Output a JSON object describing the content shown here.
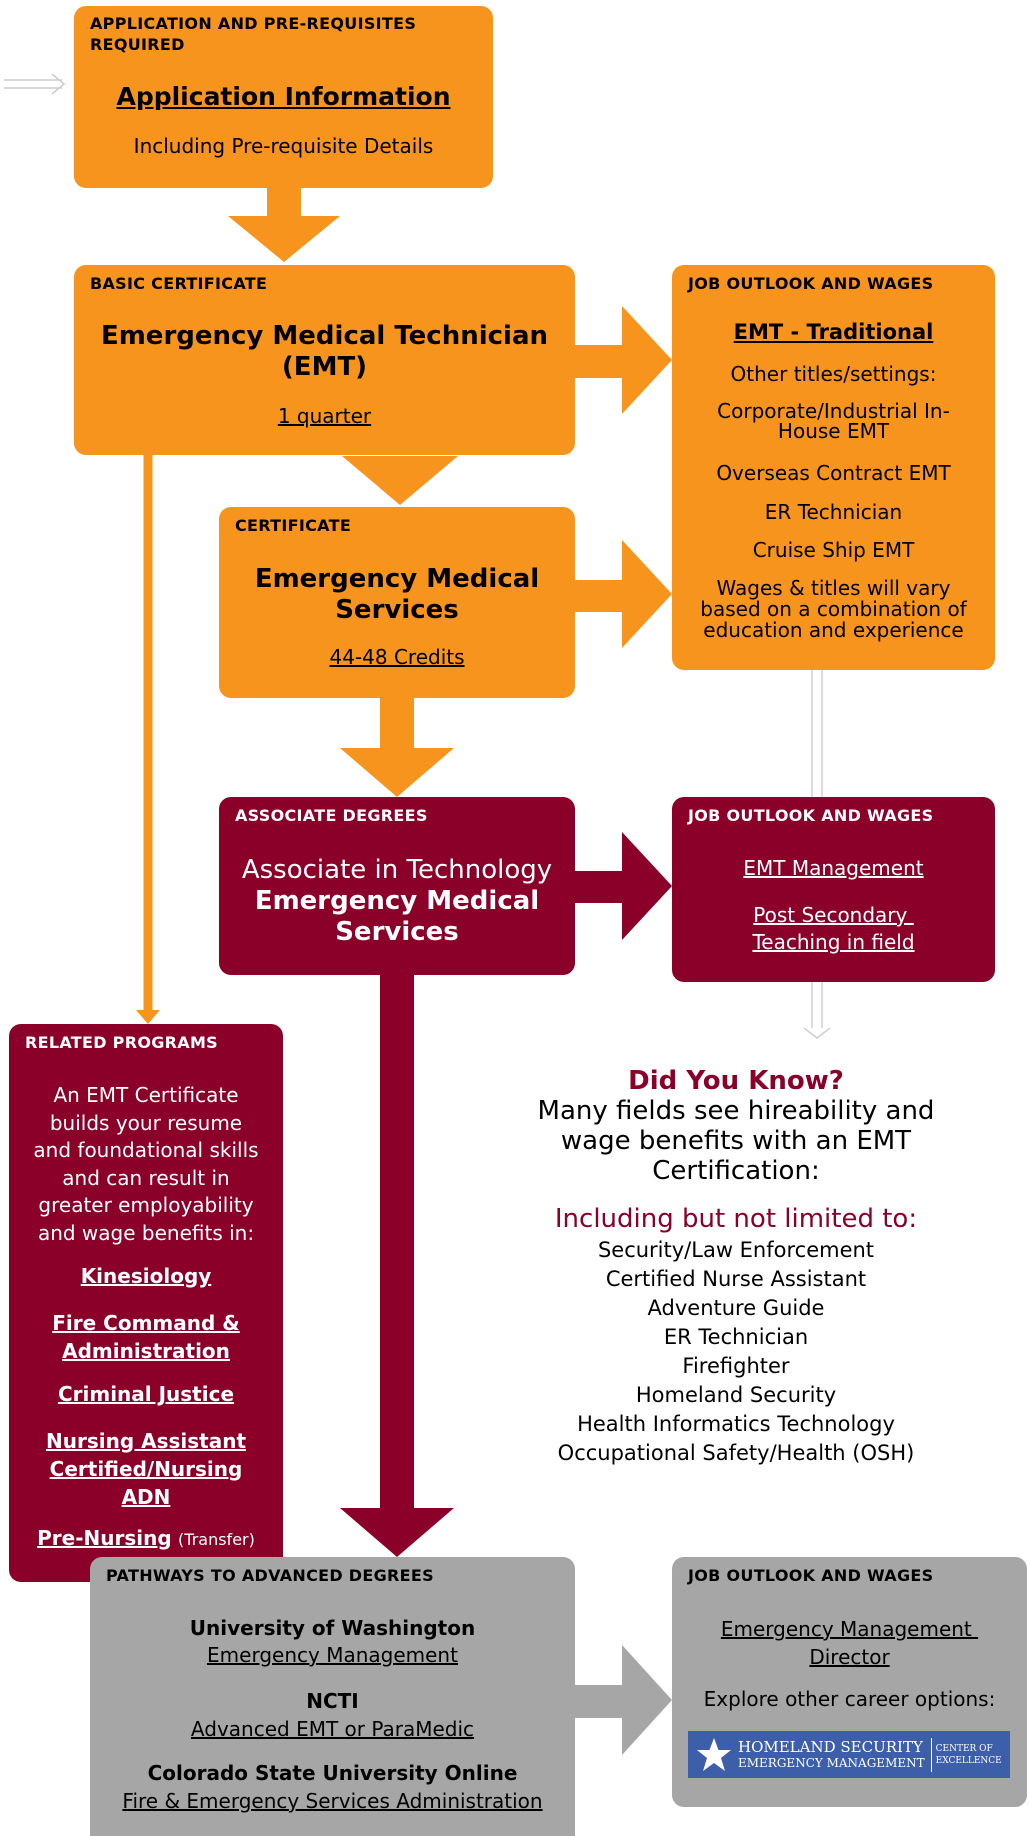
{
  "app_box": {
    "header": "APPLICATION AND PRE-REQUISITES REQUIRED",
    "title": "Application Information",
    "subtitle": "Including Pre-requisite Details"
  },
  "basic_cert": {
    "header": "BASIC CERTIFICATE",
    "title_line1": "Emergency Medical Technician",
    "title_line2": "(EMT)",
    "duration": "1 quarter"
  },
  "certificate": {
    "header": "CERTIFICATE",
    "title_line1": "Emergency Medical",
    "title_line2": "Services",
    "credits": "44-48 Credits"
  },
  "job_outlook_1": {
    "header": "JOB OUTLOOK AND WAGES",
    "main_title": "EMT - Traditional",
    "other_label": "Other titles/settings:",
    "titles": [
      "Corporate/Industrial In-",
      "House EMT",
      "Overseas Contract EMT",
      "ER Technician",
      "Cruise Ship EMT"
    ],
    "wages_note": [
      "Wages & titles will vary",
      "based on a combination of",
      "education and experience"
    ]
  },
  "associate": {
    "header": "ASSOCIATE DEGREES",
    "line1": "Associate in Technology",
    "line2": "Emergency Medical",
    "line3": "Services"
  },
  "job_outlook_2": {
    "header": "JOB OUTLOOK AND WAGES",
    "link1": "EMT Management",
    "link2_line1": "Post Secondary ",
    "link2_line2": "Teaching in field"
  },
  "related": {
    "header": "RELATED PROGRAMS",
    "intro": [
      "An EMT Certificate",
      "builds your resume",
      "and foundational skills",
      "and can result in",
      "greater employability",
      "and wage benefits in:"
    ],
    "kinesiology": "Kinesiology",
    "fire_1": "Fire Command &",
    "fire_2": "Administration",
    "criminal": "Criminal Justice",
    "nursing_1": "Nursing Assistant",
    "nursing_2": "Certified/Nursing",
    "nursing_3": "ADN",
    "prenursing": "Pre-Nursing",
    "transfer": "(Transfer)"
  },
  "did_you_know": {
    "title": "Did You Know?",
    "sub": [
      "Many fields see hireability and",
      "wage benefits with an EMT",
      "Certification:"
    ],
    "including": "Including but not limited to:",
    "items": [
      "Security/Law Enforcement",
      "Certified Nurse Assistant",
      "Adventure Guide",
      "ER Technician",
      "Firefighter",
      "Homeland Security",
      "Health Informatics Technology",
      "Occupational Safety/Health (OSH)"
    ]
  },
  "pathways": {
    "header": "PATHWAYS TO ADVANCED DEGREES",
    "uw_name": "University of Washington",
    "uw_prog": "Emergency Management",
    "ncti_name": "NCTI",
    "ncti_prog": "Advanced EMT or ParaMedic",
    "csu_name": "Colorado State University Online",
    "csu_prog": "Fire & Emergency Services Administration"
  },
  "job_outlook_3": {
    "header": "JOB OUTLOOK AND WAGES",
    "link_line1": "Emergency Management ",
    "link_line2": "Director",
    "explore": "Explore other career options:",
    "logo_line1": "HOMELAND SECURITY",
    "logo_line2": "EMERGENCY MANAGEMENT",
    "logo_side1": "CENTER OF",
    "logo_side2": "EXCELLENCE"
  },
  "colors": {
    "orange": "#f7941d",
    "maroon": "#8b0029",
    "gray": "#a6a6a6",
    "logo_blue": "#3d5ea8"
  }
}
